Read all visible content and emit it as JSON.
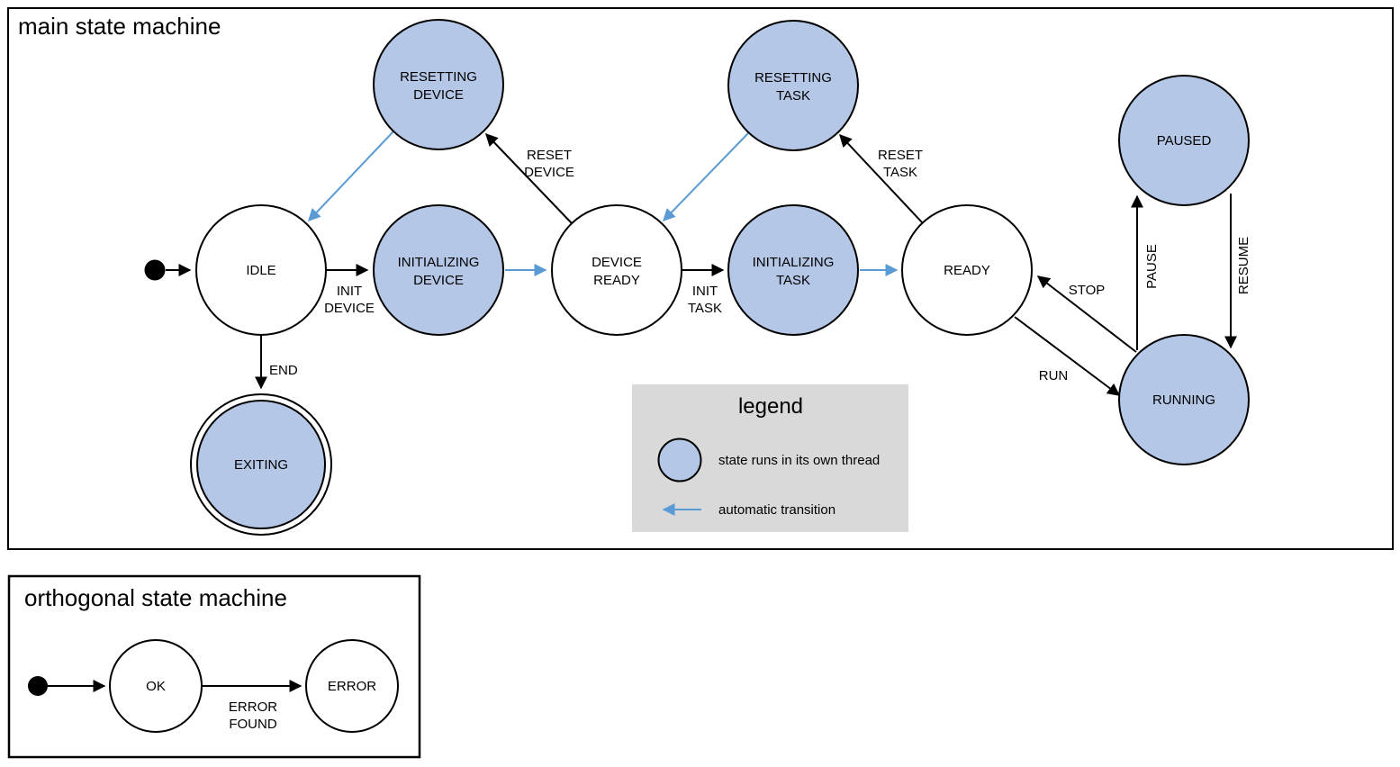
{
  "colors": {
    "thread_state_fill": "#b4c7e7",
    "automatic_transition_arrow": "#5b9bd5",
    "legend_background": "#d9d9d9",
    "outline": "#000000"
  },
  "main_machine": {
    "title": "main state machine",
    "states": {
      "idle": {
        "lines": [
          "IDLE"
        ],
        "own_thread": false,
        "final": false
      },
      "resetting_device": {
        "lines": [
          "RESETTING",
          "DEVICE"
        ],
        "own_thread": true,
        "final": false
      },
      "initializing_device": {
        "lines": [
          "INITIALIZING",
          "DEVICE"
        ],
        "own_thread": true,
        "final": false
      },
      "device_ready": {
        "lines": [
          "DEVICE",
          "READY"
        ],
        "own_thread": false,
        "final": false
      },
      "resetting_task": {
        "lines": [
          "RESETTING",
          "TASK"
        ],
        "own_thread": true,
        "final": false
      },
      "initializing_task": {
        "lines": [
          "INITIALIZING",
          "TASK"
        ],
        "own_thread": true,
        "final": false
      },
      "ready": {
        "lines": [
          "READY"
        ],
        "own_thread": false,
        "final": false
      },
      "paused": {
        "lines": [
          "PAUSED"
        ],
        "own_thread": true,
        "final": false
      },
      "running": {
        "lines": [
          "RUNNING"
        ],
        "own_thread": true,
        "final": false
      },
      "exiting": {
        "lines": [
          "EXITING"
        ],
        "own_thread": true,
        "final": true
      }
    },
    "transitions": {
      "start": {
        "from": "initial",
        "to": "idle",
        "lines": [],
        "automatic": false
      },
      "init_device": {
        "from": "idle",
        "to": "initializing_device",
        "lines": [
          "INIT",
          "DEVICE"
        ],
        "automatic": false
      },
      "device_initialized": {
        "from": "initializing_device",
        "to": "device_ready",
        "lines": [],
        "automatic": true
      },
      "init_task": {
        "from": "device_ready",
        "to": "initializing_task",
        "lines": [
          "INIT",
          "TASK"
        ],
        "automatic": false
      },
      "task_initialized": {
        "from": "initializing_task",
        "to": "ready",
        "lines": [],
        "automatic": true
      },
      "reset_device": {
        "from": "device_ready",
        "to": "resetting_device",
        "lines": [
          "RESET",
          "DEVICE"
        ],
        "automatic": false
      },
      "device_reset_done": {
        "from": "resetting_device",
        "to": "idle",
        "lines": [],
        "automatic": true
      },
      "reset_task": {
        "from": "ready",
        "to": "resetting_task",
        "lines": [
          "RESET",
          "TASK"
        ],
        "automatic": false
      },
      "task_reset_done": {
        "from": "resetting_task",
        "to": "device_ready",
        "lines": [],
        "automatic": true
      },
      "run": {
        "from": "ready",
        "to": "running",
        "lines": [
          "RUN"
        ],
        "automatic": false
      },
      "stop": {
        "from": "running",
        "to": "ready",
        "lines": [
          "STOP"
        ],
        "automatic": false
      },
      "pause": {
        "from": "running",
        "to": "paused",
        "lines": [
          "PAUSE"
        ],
        "automatic": false
      },
      "resume": {
        "from": "paused",
        "to": "running",
        "lines": [
          "RESUME"
        ],
        "automatic": false
      },
      "end": {
        "from": "idle",
        "to": "exiting",
        "lines": [
          "END"
        ],
        "automatic": false
      }
    }
  },
  "legend": {
    "title": "legend",
    "items": [
      {
        "symbol": "thread-state-circle",
        "label": "state runs in its own thread"
      },
      {
        "symbol": "automatic-transition-arrow",
        "label": "automatic transition"
      }
    ]
  },
  "orthogonal_machine": {
    "title": "orthogonal state machine",
    "states": {
      "ok": {
        "lines": [
          "OK"
        ],
        "own_thread": false
      },
      "error": {
        "lines": [
          "ERROR"
        ],
        "own_thread": false
      }
    },
    "transitions": {
      "start": {
        "from": "initial",
        "to": "ok",
        "lines": [],
        "automatic": false
      },
      "error_found": {
        "from": "ok",
        "to": "error",
        "lines": [
          "ERROR",
          "FOUND"
        ],
        "automatic": false
      }
    }
  }
}
